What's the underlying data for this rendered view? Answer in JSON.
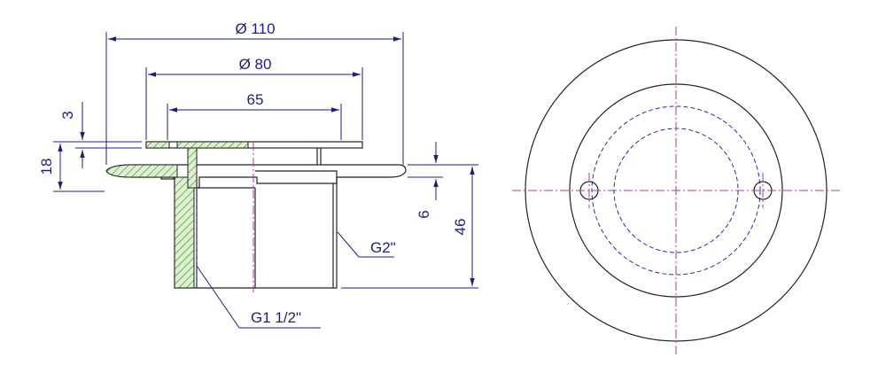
{
  "dimensions": {
    "outer_diameter": "Ø 110",
    "flange_diameter": "Ø 80",
    "inner_width": "65",
    "flange_thickness": "3",
    "flange_height": "18",
    "step_height": "6",
    "total_height": "46"
  },
  "threads": {
    "outer_thread": "G2\"",
    "inner_thread": "G1 1/2\""
  },
  "colors": {
    "dimension": "#1d1d8a",
    "outline": "#222222",
    "centerline": "#b03a9a",
    "hidden": "#2a2aa8",
    "hatch": "#3c9a3c"
  }
}
